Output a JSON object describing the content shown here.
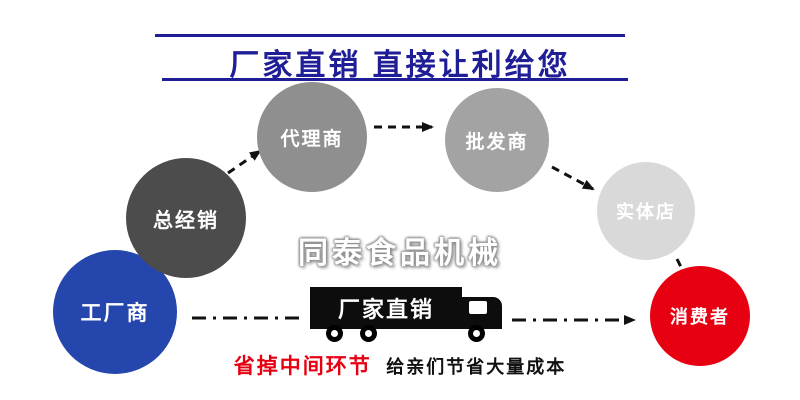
{
  "title": "厂家直销 直接让利给您",
  "watermark": "同泰食品机械",
  "nodes": [
    {
      "label": "工厂商",
      "color": "#2546ad"
    },
    {
      "label": "总经销",
      "color": "#4c4c4c"
    },
    {
      "label": "代理商",
      "color": "#8f8f8f"
    },
    {
      "label": "批发商",
      "color": "#a3a3a3"
    },
    {
      "label": "实体店",
      "color": "#d9d9d9"
    },
    {
      "label": "消费者",
      "color": "#e60012"
    }
  ],
  "truck": {
    "label": "厂家直销"
  },
  "footer": {
    "highlight": "省掉中间环节",
    "rest": "给亲们节省大量成本"
  },
  "colors": {
    "title_navy": "#201e96",
    "accent_red": "#e60012",
    "arrow_black": "#111111"
  }
}
